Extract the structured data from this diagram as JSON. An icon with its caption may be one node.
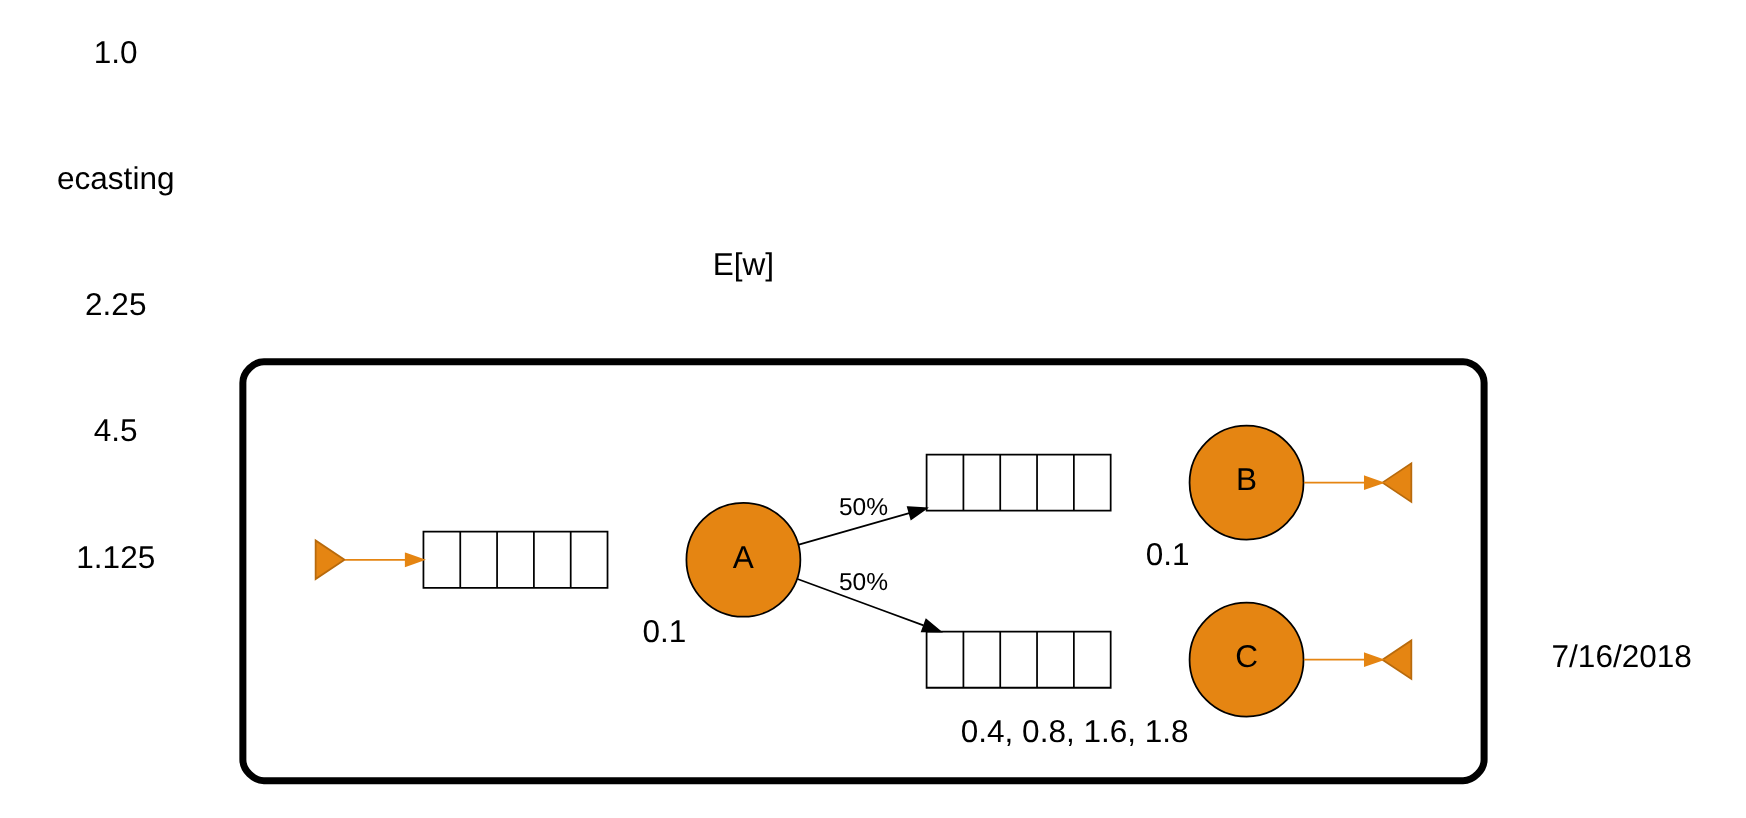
{
  "diagram": {
    "nodes": [
      {
        "text": [],
        "shape": "box"
      },
      {
        "text": [],
        "shape": "triangle",
        "in": 0
      },
      {
        "text": [],
        "shape": "queue",
        "in": 0
      },
      {
        "text": [
          "A"
        ],
        "beside": [
          "0.1"
        ],
        "in": 0
      },
      {
        "text": [],
        "shape": "queue",
        "in": 0
      },
      {
        "text": [
          "B"
        ],
        "beside": [
          "0.1"
        ],
        "in": 0
      },
      {
        "text": [],
        "shape": "triangle",
        "in": 0
      },
      {
        "text": [],
        "shape": "queue",
        "in": 0
      },
      {
        "text": [
          "C"
        ],
        "beside": [
          "0.4, 0.8, 1.6, 1.8"
        ],
        "in": 0
      },
      {
        "text": [],
        "shape": "triangle",
        "in": 0
      }
    ],
    "edges": [
      {
        "from": 1,
        "to": 2,
        "arrow": "to"
      },
      {
        "from": 3,
        "to": 4,
        "arrow": "to",
        "label": "50%",
        "color": "#000000"
      },
      {
        "from": 3,
        "to": 7,
        "arrow": "to",
        "label": "50%",
        "color": "#000000"
      },
      {
        "from": 5,
        "to": 6,
        "arrow": "to"
      },
      {
        "from": 8,
        "to": 9,
        "arrow": "to"
      }
    ],
    "labels": [
      "E[w]",
      "4.5",
      "2.25",
      "1.125",
      "ecasting",
      "1.0",
      "7/16/2018"
    ]
  }
}
